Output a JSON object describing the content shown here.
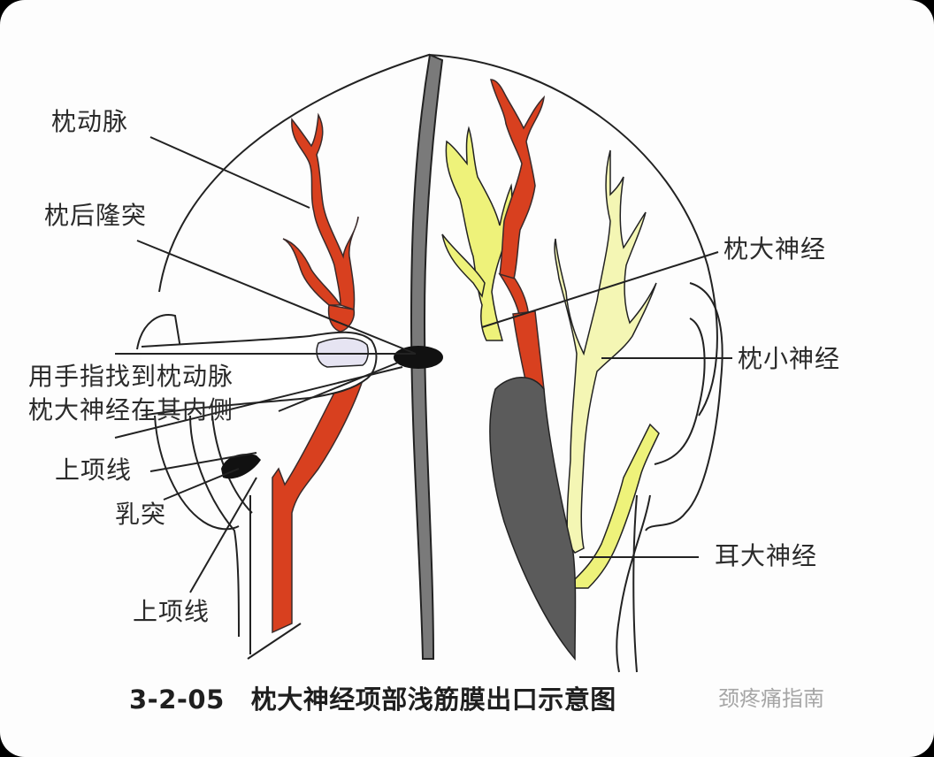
{
  "figure": {
    "caption_number": "3-2-05",
    "caption_title": "枕大神经项部浅筋膜出口示意图",
    "watermark": "颈疼痛指南"
  },
  "labels": {
    "left": [
      {
        "id": "occipital-artery",
        "text": "枕动脉"
      },
      {
        "id": "external-occipital-protuberance",
        "text": "枕后隆突"
      },
      {
        "id": "finger-instruction-1",
        "text": "用手指找到枕动脉"
      },
      {
        "id": "finger-instruction-2",
        "text": "枕大神经在其内侧"
      },
      {
        "id": "superior-nuchal-line-1",
        "text": "上项线"
      },
      {
        "id": "mastoid-process",
        "text": "乳突"
      },
      {
        "id": "superior-nuchal-line-2",
        "text": "上项线"
      }
    ],
    "right": [
      {
        "id": "greater-occipital-nerve",
        "text": "枕大神经"
      },
      {
        "id": "lesser-occipital-nerve",
        "text": "枕小神经"
      },
      {
        "id": "great-auricular-nerve",
        "text": "耳大神经"
      }
    ]
  },
  "colors": {
    "artery": "#d8401f",
    "artery_dark": "#b8361c",
    "nerve": "#eef27a",
    "nerve_light": "#f4f6b4",
    "midline": "#7a7a7a",
    "muscle": "#5b5b5b",
    "outline": "#222222",
    "fingernail": "#e6e4f2"
  }
}
